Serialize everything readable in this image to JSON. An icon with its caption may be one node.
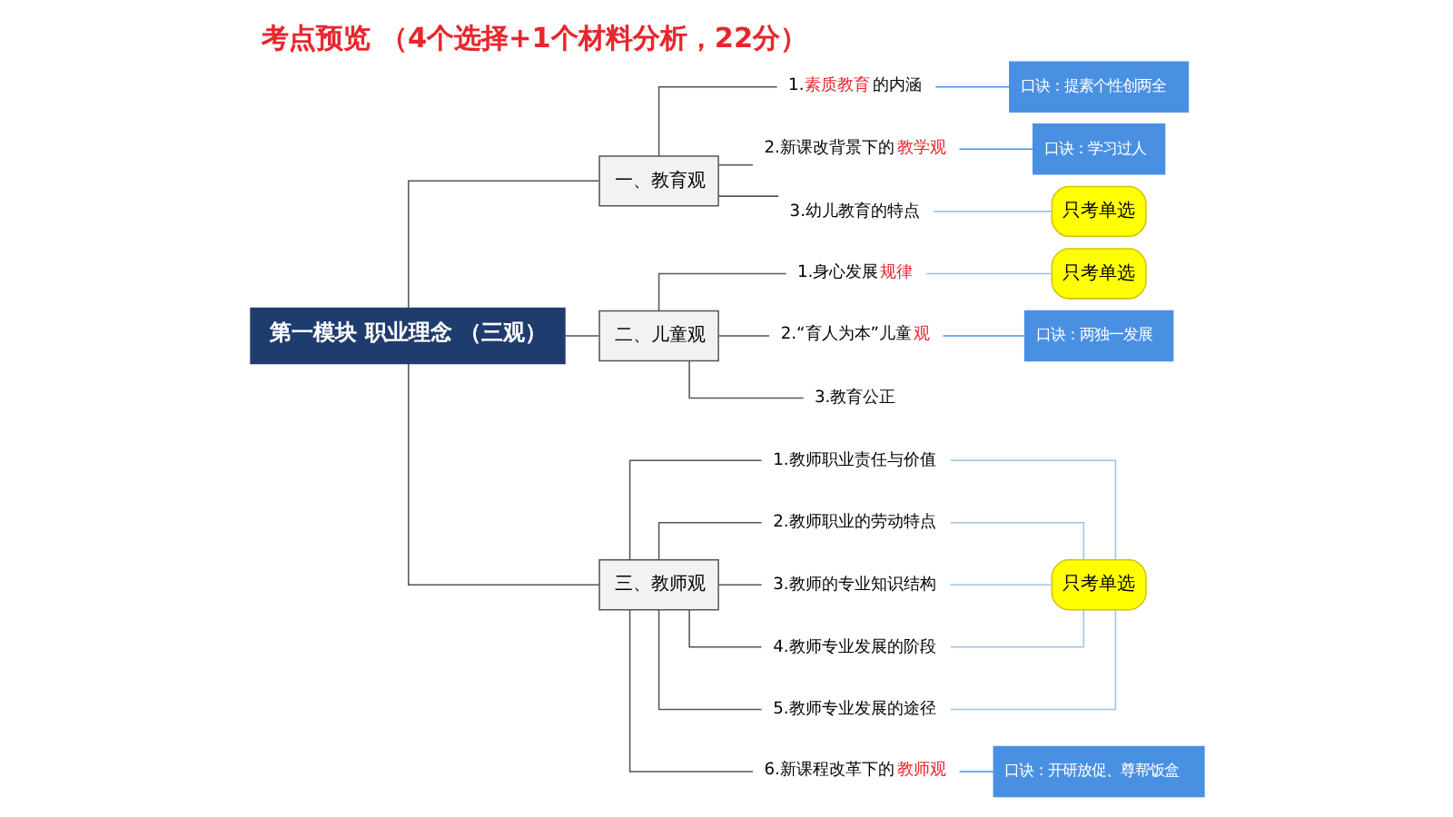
{
  "diagram": {
    "title": "考点预览 （4个选择+1个材料分析，22分）",
    "nodes": [
      {
        "text": [
          "第一模块 职业理念 （三观）"
        ]
      },
      {
        "text": [
          "一、教育观"
        ]
      },
      {
        "text": [
          "二、儿童观"
        ]
      },
      {
        "text": [
          "三、教师观"
        ]
      },
      {
        "text": [
          "1.**素质教育**的内涵"
        ]
      },
      {
        "text": [
          "2.新课改背景下的**教学观**"
        ]
      },
      {
        "text": [
          "3.幼儿教育的特点"
        ]
      },
      {
        "text": [
          "1.身心发展**规律**"
        ]
      },
      {
        "text": [
          "2.“育人为本”儿童**观**"
        ]
      },
      {
        "text": [
          "3.教育公正"
        ]
      },
      {
        "text": [
          "1.教师职业责任与价值"
        ]
      },
      {
        "text": [
          "2.教师职业的劳动特点"
        ]
      },
      {
        "text": [
          "3.教师的专业知识结构"
        ]
      },
      {
        "text": [
          "4.教师专业发展的阶段"
        ]
      },
      {
        "text": [
          "5.教师专业发展的途径"
        ]
      },
      {
        "text": [
          "6.新课程改革下的**教师观**"
        ]
      },
      {
        "text": [
          "口诀：提素个性创两全"
        ]
      },
      {
        "text": [
          "口诀：学习过人"
        ]
      },
      {
        "text": [
          "只考单选"
        ]
      },
      {
        "text": [
          "只考单选"
        ]
      },
      {
        "text": [
          "口诀：两独一发展"
        ]
      },
      {
        "text": [
          "只考单选"
        ]
      },
      {
        "text": [
          "口诀：开研放促、尊帮饭盒"
        ]
      }
    ],
    "edges": [
      {
        "from": 0,
        "to": 1,
        "arrow": "none"
      },
      {
        "from": 0,
        "to": 2,
        "arrow": "none"
      },
      {
        "from": 0,
        "to": 3,
        "arrow": "none"
      },
      {
        "from": 1,
        "to": 4,
        "arrow": "none"
      },
      {
        "from": 1,
        "to": 5,
        "arrow": "none"
      },
      {
        "from": 1,
        "to": 6,
        "arrow": "none"
      },
      {
        "from": 2,
        "to": 7,
        "arrow": "none"
      },
      {
        "from": 2,
        "to": 8,
        "arrow": "none"
      },
      {
        "from": 2,
        "to": 9,
        "arrow": "none"
      },
      {
        "from": 3,
        "to": 10,
        "arrow": "none"
      },
      {
        "from": 3,
        "to": 11,
        "arrow": "none"
      },
      {
        "from": 3,
        "to": 12,
        "arrow": "none"
      },
      {
        "from": 3,
        "to": 13,
        "arrow": "none"
      },
      {
        "from": 3,
        "to": 14,
        "arrow": "none"
      },
      {
        "from": 3,
        "to": 15,
        "arrow": "none"
      },
      {
        "from": 4,
        "to": 16,
        "arrow": "none",
        "color": "#4a90e2"
      },
      {
        "from": 5,
        "to": 17,
        "arrow": "none",
        "color": "#4a90e2"
      },
      {
        "from": 6,
        "to": 18,
        "arrow": "none",
        "color": "#9cc3e6"
      },
      {
        "from": 7,
        "to": 19,
        "arrow": "none",
        "color": "#9cc3e6"
      },
      {
        "from": 8,
        "to": 20,
        "arrow": "none",
        "color": "#4a90e2"
      },
      {
        "from": 10,
        "to": 21,
        "arrow": "none",
        "color": "#9cc3e6"
      },
      {
        "from": 11,
        "to": 21,
        "arrow": "none",
        "color": "#9cc3e6"
      },
      {
        "from": 12,
        "to": 21,
        "arrow": "none",
        "color": "#9cc3e6"
      },
      {
        "from": 13,
        "to": 21,
        "arrow": "none",
        "color": "#9cc3e6"
      },
      {
        "from": 14,
        "to": 21,
        "arrow": "none",
        "color": "#9cc3e6"
      },
      {
        "from": 15,
        "to": 22,
        "arrow": "none",
        "color": "#4a90e2"
      }
    ]
  }
}
